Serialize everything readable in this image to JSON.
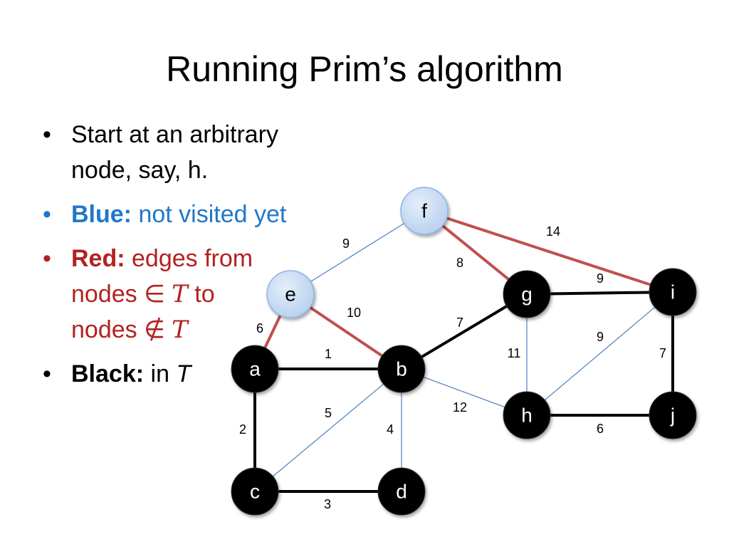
{
  "slide": {
    "title": "Running Prim’s algorithm"
  },
  "bullets": [
    {
      "id": "start",
      "text": "Start at an arbitrary node, say, h."
    },
    {
      "id": "blue",
      "label": "Blue:",
      "text": "not visited yet"
    },
    {
      "id": "red",
      "label": "Red:",
      "line1": "edges from",
      "line2a": "nodes ∈ ",
      "line2var": "T",
      "line2b": " to",
      "line3a": "nodes ∉ ",
      "line3var": "T"
    },
    {
      "id": "black",
      "label": "Black:",
      "text": "in ",
      "var": "T"
    }
  ],
  "colors": {
    "blue_text": "#1f77c9",
    "red_text": "#b22222",
    "red_edge": "#c0504d",
    "blue_edge": "#4f81bd",
    "black_edge": "#000000",
    "blue_node_fill": "#c6d9f1",
    "blue_node_stroke": "#8eb4e3",
    "black_node_fill": "#000000"
  },
  "graph": {
    "nodes": [
      {
        "id": "a",
        "label": "a",
        "state": "black"
      },
      {
        "id": "b",
        "label": "b",
        "state": "black"
      },
      {
        "id": "c",
        "label": "c",
        "state": "black"
      },
      {
        "id": "d",
        "label": "d",
        "state": "black"
      },
      {
        "id": "e",
        "label": "e",
        "state": "blue"
      },
      {
        "id": "f",
        "label": "f",
        "state": "blue"
      },
      {
        "id": "g",
        "label": "g",
        "state": "black"
      },
      {
        "id": "h",
        "label": "h",
        "state": "black"
      },
      {
        "id": "i",
        "label": "i",
        "state": "black"
      },
      {
        "id": "j",
        "label": "j",
        "state": "black"
      }
    ],
    "edges": [
      {
        "from": "a",
        "to": "b",
        "weight": "1",
        "state": "black"
      },
      {
        "from": "a",
        "to": "c",
        "weight": "2",
        "state": "black"
      },
      {
        "from": "c",
        "to": "d",
        "weight": "3",
        "state": "black"
      },
      {
        "from": "b",
        "to": "d",
        "weight": "4",
        "state": "blue"
      },
      {
        "from": "c",
        "to": "b",
        "weight": "5",
        "state": "blue"
      },
      {
        "from": "a",
        "to": "e",
        "weight": "6",
        "state": "red"
      },
      {
        "from": "h",
        "to": "j",
        "weight": "6",
        "state": "black"
      },
      {
        "from": "b",
        "to": "g",
        "weight": "7",
        "state": "black"
      },
      {
        "from": "i",
        "to": "j",
        "weight": "7",
        "state": "black"
      },
      {
        "from": "f",
        "to": "g",
        "weight": "8",
        "state": "red"
      },
      {
        "from": "e",
        "to": "f",
        "weight": "9",
        "state": "blue"
      },
      {
        "from": "g",
        "to": "i",
        "weight": "9",
        "state": "black"
      },
      {
        "from": "h",
        "to": "i",
        "weight": "9",
        "state": "blue"
      },
      {
        "from": "e",
        "to": "b",
        "weight": "10",
        "state": "red"
      },
      {
        "from": "g",
        "to": "h",
        "weight": "11",
        "state": "blue"
      },
      {
        "from": "b",
        "to": "h",
        "weight": "12",
        "state": "blue"
      },
      {
        "from": "f",
        "to": "i",
        "weight": "14",
        "state": "red"
      }
    ]
  }
}
